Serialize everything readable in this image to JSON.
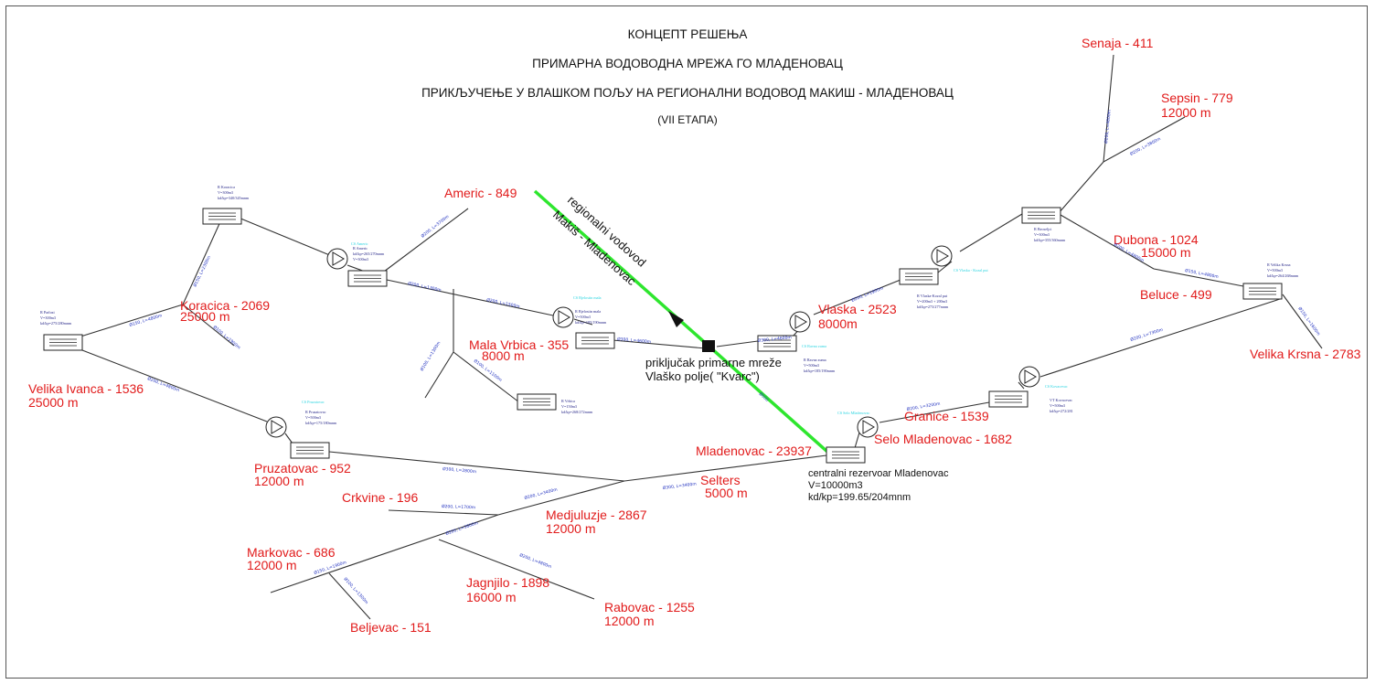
{
  "titles": {
    "line1": "КОНЦЕПТ РЕШЕЊА",
    "line2": "ПРИМАРНА ВОДОВОДНА МРЕЖА ГО МЛАДЕНОВАЦ",
    "line3": "ПРИКЉУЧЕЊЕ У ВЛАШКОМ ПОЉУ НА РЕГИОНАЛНИ ВОДОВОД МАКИШ - МЛАДЕНОВАЦ",
    "line4": "(VII ЕТАПА)"
  },
  "colors": {
    "place": "#e11b1b",
    "pipe_label": "#1f2fbf",
    "regional_pipe": "#2ee62e",
    "cyan_label": "#2ad4e0",
    "lines": "#333333"
  },
  "places": {
    "senaja": "Senaja - 411",
    "sepsin": "Sepsin - 779",
    "sepsin_len": "12000 m",
    "americ": "Americ - 849",
    "dubona": "Dubona - 1024",
    "dubona_len": "15000 m",
    "koracica": "Koracica - 2069",
    "koracica_len": "25000 m",
    "vlaska": "Vlaska - 2523",
    "vlaska_len": "8000m",
    "beluce": "Beluce - 499",
    "mala_vrbica": "Mala Vrbica - 355",
    "mala_vrbica_len": "8000 m",
    "velika_krsna": "Velika Krsna - 2783",
    "velika_ivanca": "Velika Ivanca - 1536",
    "velika_ivanca_len": "25000 m",
    "granice": "Granice - 1539",
    "selo_mladenovac": "Selo Mladenovac - 1682",
    "pruzatovac": "Pruzatovac - 952",
    "pruzatovac_len": "12000 m",
    "mladenovac": "Mladenovac - 23937",
    "selters": "Selters",
    "selters_len": "5000 m",
    "crkvine": "Crkvine - 196",
    "medjuluzje": "Medjuluzje - 2867",
    "medjuluzje_len": "12000 m",
    "markovac": "Markovac - 686",
    "markovac_len": "12000 m",
    "jagnjilo": "Jagnjilo - 1898",
    "jagnjilo_len": "16000 m",
    "rabovac": "Rabovac - 1255",
    "rabovac_len": "12000 m",
    "beljevac": "Beljevac - 151"
  },
  "regional": {
    "line1": "regionalni vodovod",
    "line2": "Makiš - Mladenovac"
  },
  "connection": {
    "line1": "priključak primarne mreže",
    "line2": "Vlaško polje( \"Kvarc\")"
  },
  "central_reservoir": {
    "name": "centralni rezervoar Mladenovac",
    "volume": "V=10000m3",
    "levels": "kd/kp=199.65/204mnm"
  },
  "tank_labels": {
    "koracica_1": "R Koracica",
    "koracica_2": "V=300m3",
    "koracica_3": "kd/kp=340/345mnm",
    "americ_1": "R Americ",
    "americ_2": "kd/kp=265/270mnm",
    "americ_3": "V=300m3",
    "ivanca_1": "R Parlozi",
    "ivanca_2": "V=300m3",
    "ivanca_3": "kd/kp=275/280mnm",
    "mala_1": "R Bjelostin mala",
    "mala_2": "V=500m3",
    "mala_3": "kd/kp=185/190mnm",
    "vrbica_1": "R Vrbica",
    "vrbica_2": "V=150m3",
    "vrbica_3": "kd/kp=268/272mnm",
    "pruz_1": "R Pruzatovac",
    "pruz_2": "V=500m3",
    "pruz_3": "kd/kp=175/180mnm",
    "vlaska_1": "R Vlaska-Kozal put",
    "vlaska_2": "V=200m3 + 200m3",
    "vlaska_3": "kd/kp=273/277mnm",
    "ravna_1": "R Ravna zuma",
    "ravna_2": "V=500m3",
    "ravna_3": "kd/kp=185/190mnm",
    "dubona_1": "R Beoseljci",
    "dubona_2": "V=300m3",
    "dubona_3": "kd/kp=355/360mnm",
    "krsna_1": "R Velika Krsna",
    "krsna_2": "V=500m3",
    "krsna_3": "kd/kp=264/268mnm",
    "granice_1": "VT Kovacevac",
    "granice_2": "V=500m3",
    "granice_3": "kd/kp=272/281"
  },
  "cyan_labels": {
    "c1": "CS Pruzatovac",
    "c2": "CS Bjelostin mala",
    "c3": "CS Vlaska - Kozal put",
    "c4": "CS Ravna zuma",
    "c5": "CS Selo Mladenovac",
    "c6": "CS Kovacevac",
    "c7": "CS Americ"
  },
  "pipe_labels": {
    "p_americ": "Ø200, L=3700m",
    "p_americ_mala": "Ø200, L=1300m",
    "p_mala": "Ø200, L=1500m",
    "p_koracica": "Ø150, L=2300m",
    "p_kor2": "Ø100, L=1900m",
    "p_ivanca": "Ø150, L=4800m",
    "p_ivanca_pruz": "Ø200, L=4800m",
    "p_vrb1": "Ø100, L=1300m",
    "p_vrb2": "Ø100, L=1100m",
    "p_vlaska": "Ø300, L=4600m",
    "p_vlaska2": "Ø200, L=1900m",
    "p_cs": "Ø300, L=4600m",
    "p_senaja": "Ø200, L=4800m",
    "p_sepsin": "Ø200, L=3800m",
    "p_dubona": "Ø200, L=4800m",
    "p_beluce": "Ø150, L=4800m",
    "p_krsna": "Ø150, L=1600m",
    "p_granice": "Ø200, L=7300m",
    "p_granice2": "Ø200, L=3200m",
    "p_mlad": "Ø500",
    "p_pruz": "Ø300, L=2800m",
    "p_selters": "Ø300, L=3400m",
    "p_medju": "Ø200, L=3400m",
    "p_crkvine": "Ø200, L=1700m",
    "p_markovac": "Ø200, L=3600m",
    "p_mark2": "Ø150, L=1900m",
    "p_beljevac": "Ø100, L=1300m",
    "p_jagnjilo": "Ø200, L=4800m"
  }
}
